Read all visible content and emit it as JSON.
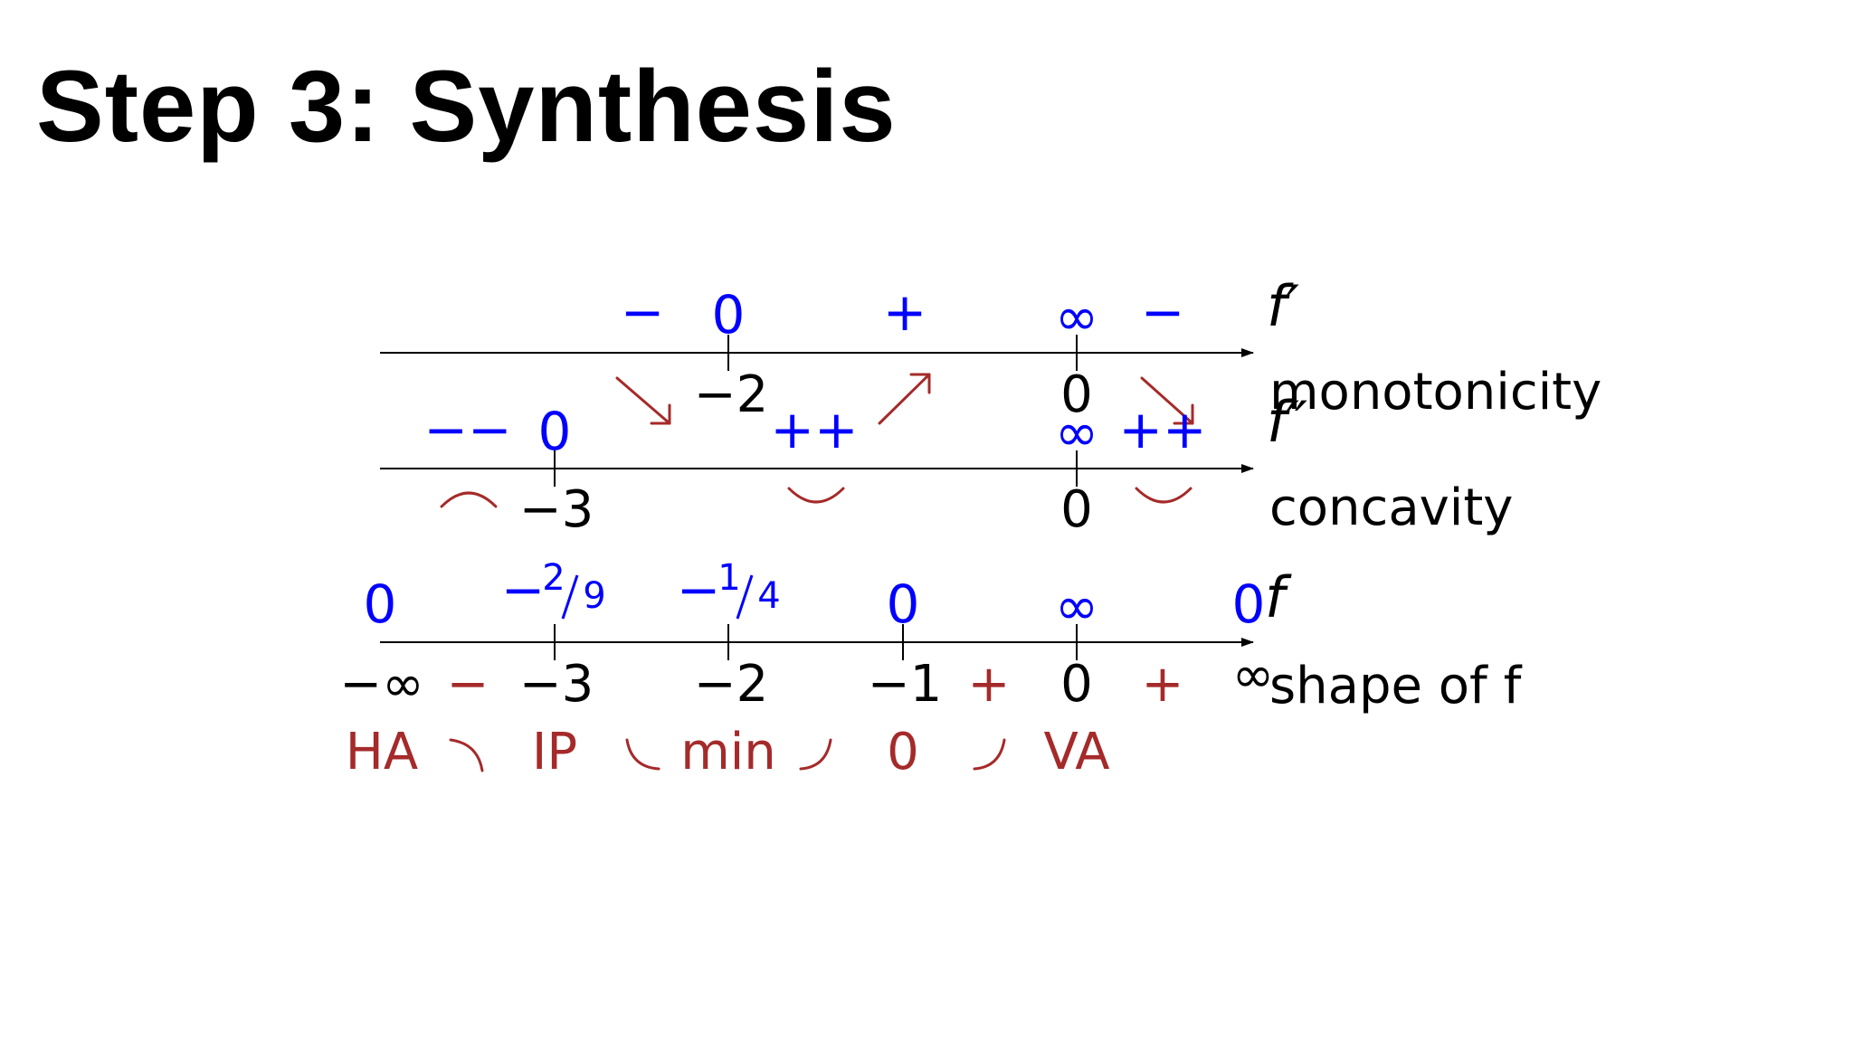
{
  "title": "Step 3: Synthesis",
  "rows": {
    "derivative": {
      "function_label": "f′",
      "row_label": "monotonicity",
      "ticks": [
        "−2",
        "0"
      ],
      "signs": [
        "−",
        "0",
        "+",
        "∞",
        "−"
      ],
      "arrows": [
        "decreasing-arrow",
        "increasing-arrow",
        "decreasing-arrow"
      ]
    },
    "second_derivative": {
      "function_label": "f″",
      "row_label": "concavity",
      "ticks": [
        "−3",
        "0"
      ],
      "signs": [
        "−−",
        "0",
        "++",
        "∞",
        "++"
      ],
      "curves": [
        "concave-down",
        "concave-up",
        "concave-up"
      ]
    },
    "function": {
      "function_label": "f",
      "row_label": "shape of f",
      "ticks": [
        "−∞",
        "−3",
        "−2",
        "−1",
        "0",
        "∞"
      ],
      "values": [
        "0",
        "−2/9",
        "−1/4",
        "0",
        "∞",
        "0"
      ],
      "value_fractions": {
        "minus_two_ninths": {
          "sign": "−",
          "num": "2",
          "den": "9"
        },
        "minus_one_quarter": {
          "sign": "−",
          "num": "1",
          "den": "4"
        }
      },
      "signs": [
        "−",
        "+",
        "+"
      ],
      "features": [
        "HA",
        "IP",
        "min",
        "0",
        "VA"
      ]
    }
  },
  "colors": {
    "blue": "#0000ff",
    "red": "#a52a2a",
    "black": "#000000"
  }
}
